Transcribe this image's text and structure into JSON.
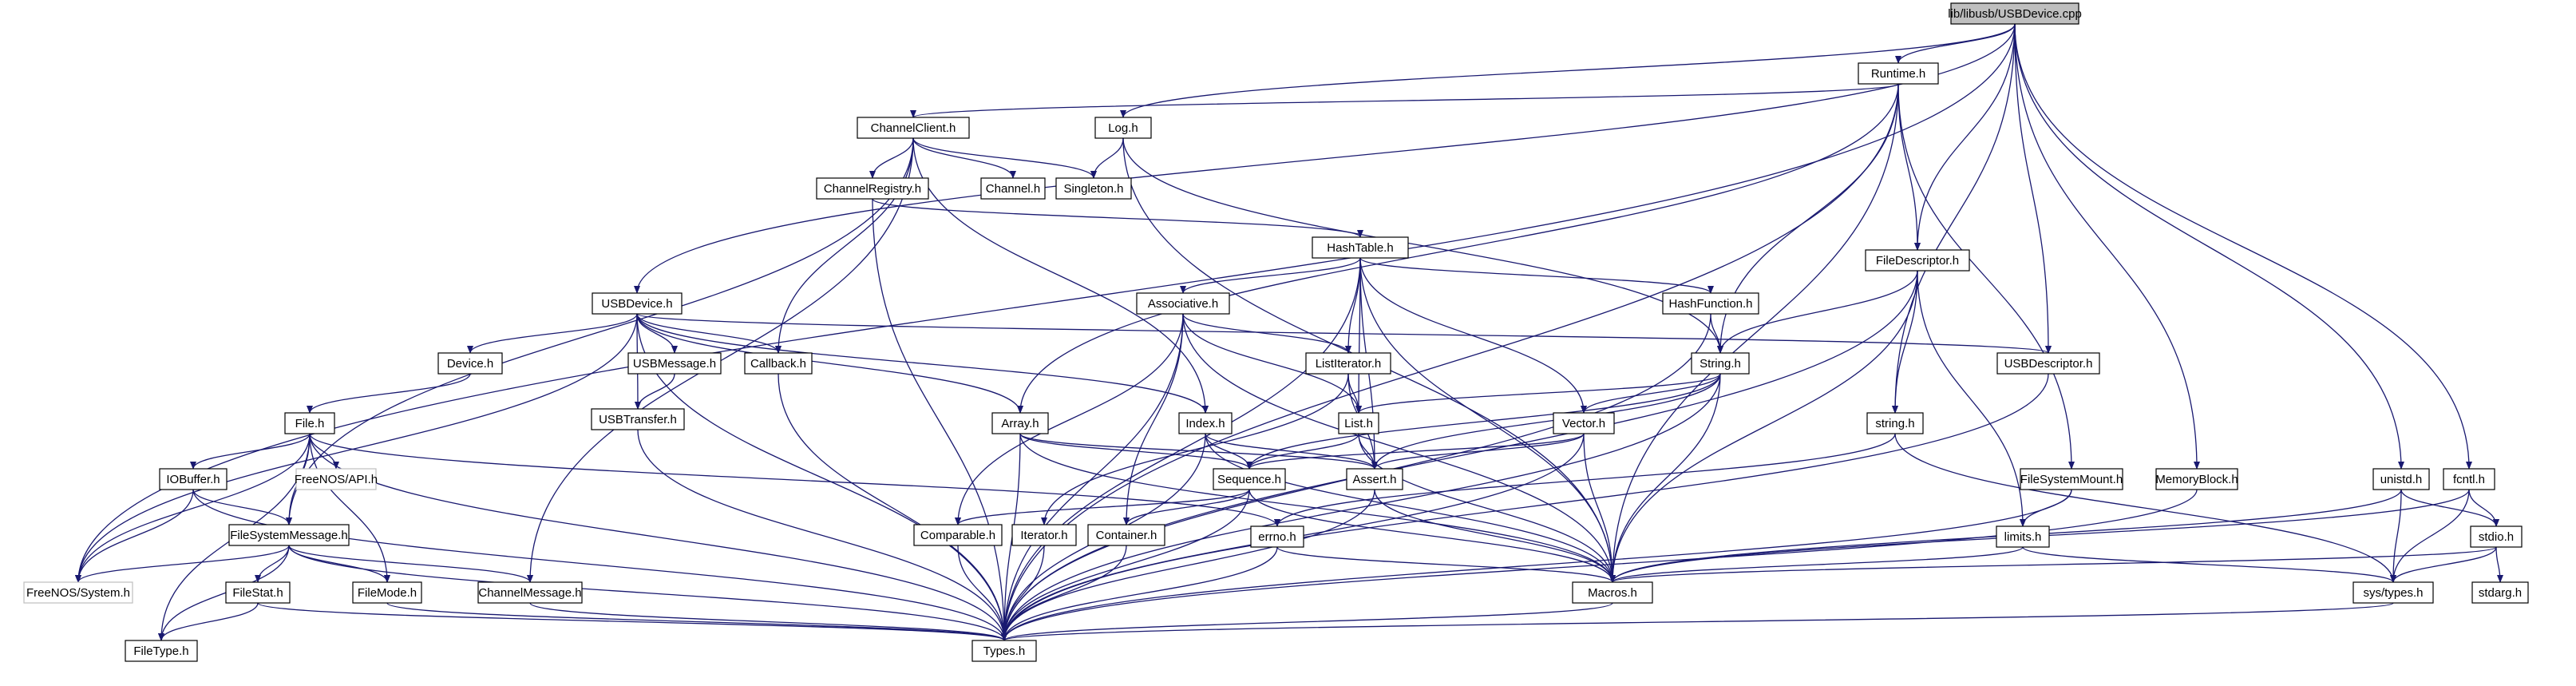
{
  "graph_title": "lib/libusb/USBDevice.cpp",
  "edge_color": "#191970",
  "root_fill": "#bfbfbf",
  "nodes": [
    {
      "id": "root",
      "label": "lib/libusb/USBDevice.cpp"
    },
    {
      "id": "runtime",
      "label": "Runtime.h"
    },
    {
      "id": "log",
      "label": "Log.h"
    },
    {
      "id": "channelclient",
      "label": "ChannelClient.h"
    },
    {
      "id": "channelregistry",
      "label": "ChannelRegistry.h"
    },
    {
      "id": "channel",
      "label": "Channel.h"
    },
    {
      "id": "singleton",
      "label": "Singleton.h"
    },
    {
      "id": "hashtable",
      "label": "HashTable.h"
    },
    {
      "id": "hashfunction",
      "label": "HashFunction.h"
    },
    {
      "id": "associative",
      "label": "Associative.h"
    },
    {
      "id": "usbdeviceh",
      "label": "USBDevice.h"
    },
    {
      "id": "device",
      "label": "Device.h"
    },
    {
      "id": "usbmessage",
      "label": "USBMessage.h"
    },
    {
      "id": "usbtransfer",
      "label": "USBTransfer.h"
    },
    {
      "id": "callback",
      "label": "Callback.h"
    },
    {
      "id": "listiterator",
      "label": "ListIterator.h"
    },
    {
      "id": "filedescriptor",
      "label": "FileDescriptor.h"
    },
    {
      "id": "stringh",
      "label": "String.h"
    },
    {
      "id": "usbdescriptor",
      "label": "USBDescriptor.h"
    },
    {
      "id": "file",
      "label": "File.h"
    },
    {
      "id": "array",
      "label": "Array.h"
    },
    {
      "id": "index",
      "label": "Index.h"
    },
    {
      "id": "list",
      "label": "List.h"
    },
    {
      "id": "vector",
      "label": "Vector.h"
    },
    {
      "id": "cstring",
      "label": "string.h"
    },
    {
      "id": "iobuffer",
      "label": "IOBuffer.h"
    },
    {
      "id": "freenosapi",
      "label": "FreeNOS/API.h"
    },
    {
      "id": "sequence",
      "label": "Sequence.h"
    },
    {
      "id": "assert",
      "label": "Assert.h"
    },
    {
      "id": "fsmount",
      "label": "FileSystemMount.h"
    },
    {
      "id": "memoryblock",
      "label": "MemoryBlock.h"
    },
    {
      "id": "unistd",
      "label": "unistd.h"
    },
    {
      "id": "fcntl",
      "label": "fcntl.h"
    },
    {
      "id": "fsmessage",
      "label": "FileSystemMessage.h"
    },
    {
      "id": "comparable",
      "label": "Comparable.h"
    },
    {
      "id": "iterator",
      "label": "Iterator.h"
    },
    {
      "id": "container",
      "label": "Container.h"
    },
    {
      "id": "errno",
      "label": "errno.h"
    },
    {
      "id": "limits",
      "label": "limits.h"
    },
    {
      "id": "stdio",
      "label": "stdio.h"
    },
    {
      "id": "freenossystem",
      "label": "FreeNOS/System.h"
    },
    {
      "id": "filestat",
      "label": "FileStat.h"
    },
    {
      "id": "filemode",
      "label": "FileMode.h"
    },
    {
      "id": "channelmessage",
      "label": "ChannelMessage.h"
    },
    {
      "id": "macros",
      "label": "Macros.h"
    },
    {
      "id": "systypes",
      "label": "sys/types.h"
    },
    {
      "id": "stdarg",
      "label": "stdarg.h"
    },
    {
      "id": "filetype",
      "label": "FileType.h"
    },
    {
      "id": "types",
      "label": "Types.h"
    }
  ],
  "edges": [
    [
      "root",
      "runtime"
    ],
    [
      "root",
      "log"
    ],
    [
      "root",
      "usbdeviceh"
    ],
    [
      "root",
      "filedescriptor"
    ],
    [
      "root",
      "usbdescriptor"
    ],
    [
      "root",
      "cstring"
    ],
    [
      "root",
      "memoryblock"
    ],
    [
      "root",
      "unistd"
    ],
    [
      "root",
      "fcntl"
    ],
    [
      "root",
      "freenossystem"
    ],
    [
      "runtime",
      "channelclient"
    ],
    [
      "runtime",
      "stringh"
    ],
    [
      "runtime",
      "filedescriptor"
    ],
    [
      "runtime",
      "fsmount"
    ],
    [
      "runtime",
      "array"
    ],
    [
      "runtime",
      "macros"
    ],
    [
      "runtime",
      "types"
    ],
    [
      "log",
      "singleton"
    ],
    [
      "log",
      "stringh"
    ],
    [
      "log",
      "macros"
    ],
    [
      "channelclient",
      "channelregistry"
    ],
    [
      "channelclient",
      "channel"
    ],
    [
      "channelclient",
      "singleton"
    ],
    [
      "channelclient",
      "callback"
    ],
    [
      "channelclient",
      "index"
    ],
    [
      "channelclient",
      "fsmessage"
    ],
    [
      "channelclient",
      "channelmessage"
    ],
    [
      "channelregistry",
      "hashtable"
    ],
    [
      "channelregistry",
      "types"
    ],
    [
      "hashtable",
      "associative"
    ],
    [
      "hashtable",
      "hashfunction"
    ],
    [
      "hashtable",
      "listiterator"
    ],
    [
      "hashtable",
      "list"
    ],
    [
      "hashtable",
      "vector"
    ],
    [
      "hashtable",
      "assert"
    ],
    [
      "hashtable",
      "macros"
    ],
    [
      "hashtable",
      "types"
    ],
    [
      "hashfunction",
      "stringh"
    ],
    [
      "hashfunction",
      "types"
    ],
    [
      "associative",
      "listiterator"
    ],
    [
      "associative",
      "list"
    ],
    [
      "associative",
      "comparable"
    ],
    [
      "associative",
      "container"
    ],
    [
      "associative",
      "macros"
    ],
    [
      "associative",
      "types"
    ],
    [
      "usbdeviceh",
      "device"
    ],
    [
      "usbdeviceh",
      "usbmessage"
    ],
    [
      "usbdeviceh",
      "usbtransfer"
    ],
    [
      "usbdeviceh",
      "callback"
    ],
    [
      "usbdeviceh",
      "array"
    ],
    [
      "usbdeviceh",
      "index"
    ],
    [
      "usbdeviceh",
      "usbdescriptor"
    ],
    [
      "usbdeviceh",
      "freenossystem"
    ],
    [
      "usbdeviceh",
      "types"
    ],
    [
      "device",
      "file"
    ],
    [
      "usbmessage",
      "usbtransfer"
    ],
    [
      "usbtransfer",
      "types"
    ],
    [
      "callback",
      "types"
    ],
    [
      "listiterator",
      "list"
    ],
    [
      "listiterator",
      "iterator"
    ],
    [
      "listiterator",
      "assert"
    ],
    [
      "filedescriptor",
      "stringh"
    ],
    [
      "filedescriptor",
      "cstring"
    ],
    [
      "filedescriptor",
      "limits"
    ],
    [
      "filedescriptor",
      "macros"
    ],
    [
      "filedescriptor",
      "types"
    ],
    [
      "stringh",
      "list"
    ],
    [
      "stringh",
      "sequence"
    ],
    [
      "stringh",
      "assert"
    ],
    [
      "stringh",
      "vector"
    ],
    [
      "stringh",
      "macros"
    ],
    [
      "stringh",
      "types"
    ],
    [
      "usbdescriptor",
      "types"
    ],
    [
      "file",
      "iobuffer"
    ],
    [
      "file",
      "freenosapi"
    ],
    [
      "file",
      "fsmessage"
    ],
    [
      "file",
      "filemode"
    ],
    [
      "file",
      "filetype"
    ],
    [
      "file",
      "errno"
    ],
    [
      "file",
      "freenossystem"
    ],
    [
      "file",
      "types"
    ],
    [
      "array",
      "sequence"
    ],
    [
      "array",
      "assert"
    ],
    [
      "array",
      "macros"
    ],
    [
      "array",
      "types"
    ],
    [
      "index",
      "sequence"
    ],
    [
      "index",
      "assert"
    ],
    [
      "index",
      "macros"
    ],
    [
      "index",
      "types"
    ],
    [
      "list",
      "sequence"
    ],
    [
      "list",
      "assert"
    ],
    [
      "list",
      "macros"
    ],
    [
      "vector",
      "sequence"
    ],
    [
      "vector",
      "assert"
    ],
    [
      "vector",
      "macros"
    ],
    [
      "vector",
      "types"
    ],
    [
      "cstring",
      "errno"
    ],
    [
      "cstring",
      "systypes"
    ],
    [
      "iobuffer",
      "fsmessage"
    ],
    [
      "iobuffer",
      "freenossystem"
    ],
    [
      "iobuffer",
      "types"
    ],
    [
      "sequence",
      "comparable"
    ],
    [
      "sequence",
      "container"
    ],
    [
      "sequence",
      "macros"
    ],
    [
      "sequence",
      "types"
    ],
    [
      "assert",
      "macros"
    ],
    [
      "assert",
      "types"
    ],
    [
      "fsmount",
      "limits"
    ],
    [
      "fsmount",
      "types"
    ],
    [
      "memoryblock",
      "types"
    ],
    [
      "unistd",
      "macros"
    ],
    [
      "unistd",
      "stdio"
    ],
    [
      "unistd",
      "systypes"
    ],
    [
      "fcntl",
      "stdio"
    ],
    [
      "fcntl",
      "systypes"
    ],
    [
      "fcntl",
      "macros"
    ],
    [
      "fsmessage",
      "filestat"
    ],
    [
      "fsmessage",
      "filemode"
    ],
    [
      "fsmessage",
      "channelmessage"
    ],
    [
      "fsmessage",
      "freenossystem"
    ],
    [
      "fsmessage",
      "filetype"
    ],
    [
      "fsmessage",
      "types"
    ],
    [
      "comparable",
      "types"
    ],
    [
      "iterator",
      "types"
    ],
    [
      "container",
      "types"
    ],
    [
      "errno",
      "macros"
    ],
    [
      "errno",
      "types"
    ],
    [
      "limits",
      "macros"
    ],
    [
      "limits",
      "systypes"
    ],
    [
      "stdio",
      "macros"
    ],
    [
      "stdio",
      "stdarg"
    ],
    [
      "stdio",
      "systypes"
    ],
    [
      "filestat",
      "filetype"
    ],
    [
      "filestat",
      "types"
    ],
    [
      "filemode",
      "types"
    ],
    [
      "channelmessage",
      "types"
    ],
    [
      "macros",
      "types"
    ],
    [
      "systypes",
      "types"
    ]
  ]
}
